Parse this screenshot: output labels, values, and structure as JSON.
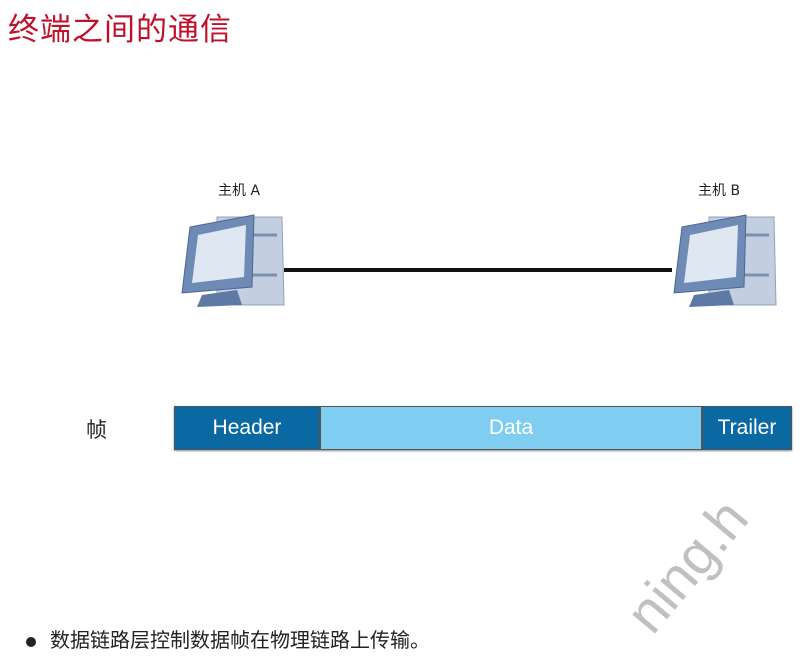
{
  "title": "终端之间的通信",
  "hosts": [
    {
      "label": "主机 A"
    },
    {
      "label": "主机 B"
    }
  ],
  "frame": {
    "label": "帧",
    "header": "Header",
    "data": "Data",
    "trailer": "Trailer"
  },
  "bullets": [
    "数据链路层控制数据帧在物理链路上传输。"
  ],
  "watermark": "ning.h",
  "colors": {
    "title": "#c0112b",
    "header": "#0a69a2",
    "data": "#7fcdf0",
    "trailer": "#0a69a2"
  }
}
